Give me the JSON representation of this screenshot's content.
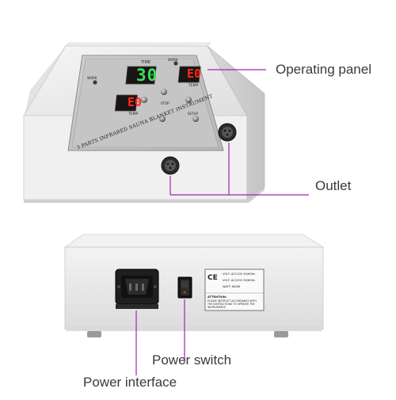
{
  "callouts": {
    "operating_panel": "Operating panel",
    "outlet": "Outlet",
    "power_switch": "Power switch",
    "power_interface": "Power interface"
  },
  "front_panel": {
    "time_label": "TIME",
    "time_display": "30",
    "temp_display_left": "E0",
    "temp_display_right": "E0",
    "temp_label_left": "TEMP",
    "temp_label_right": "TEMP",
    "work_label": "WORK",
    "stop_label": "STOP",
    "setup_label": "SETUP",
    "device_name": "3 PARTS INFRARED SAUNA BLANKET INSTRUMENT"
  },
  "rear_panel": {
    "ce_mark": "CE",
    "volt_line_1": "VOLT: AC110V 50/60Hz",
    "volt_line_2": "VOLT: AC220V 50/60Hz",
    "watt_line": "WATT: 600W",
    "attention_title": "ATTENTION:",
    "attention_text": "PLEASE INSTRUCT ACCORDANCE WITH THE INSTRUCTIONS TO OPERATE THE INSTRUMENTS"
  },
  "colors": {
    "callout_line": "#9a2aa8",
    "led_red": "#ff2a1a",
    "led_green": "#38e05a",
    "display_bg": "#1a1212"
  }
}
